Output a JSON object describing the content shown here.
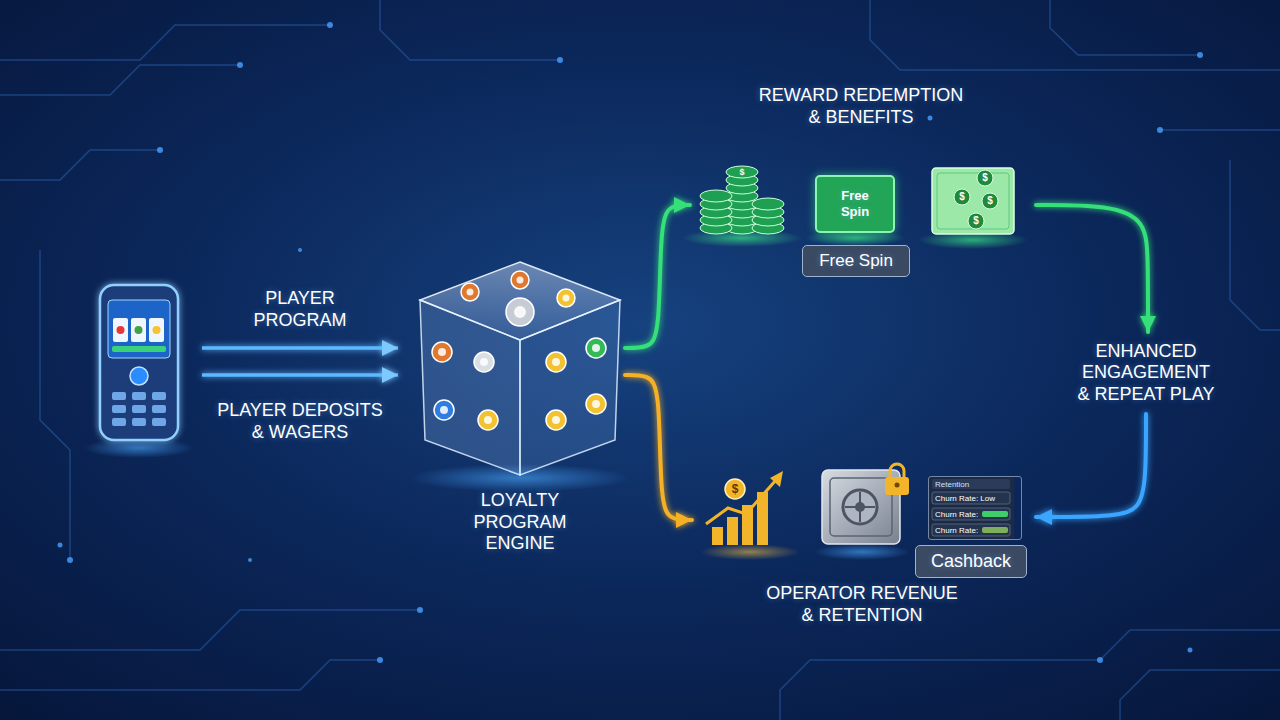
{
  "diagram": {
    "nodes": [
      {
        "text": [
          "LOYALTY PROGRAM ENGINE"
        ]
      },
      {
        "text": [
          "REWARD REDEMPTION & BENEFITS"
        ]
      },
      {
        "text": [
          "Free Spin"
        ],
        "in": 1
      },
      {
        "text": [
          "Free Spin"
        ],
        "in": 1
      },
      {
        "text": [
          "ENHANCED ENGAGEMENT & REPEAT PLAY"
        ]
      },
      {
        "text": [
          "OPERATOR REVENUE & RETENTION"
        ]
      },
      {
        "text": [
          "Retention",
          "Churn Rate: Low",
          "Churn Rate:",
          "Churn Rate:"
        ],
        "in": 5
      },
      {
        "text": [
          "Cashback"
        ],
        "in": 5
      }
    ],
    "edges": [
      {
        "from": 0,
        "to": 1,
        "arrow": "to"
      },
      {
        "from": 1,
        "to": 4,
        "arrow": "to"
      },
      {
        "from": 4,
        "to": 5,
        "arrow": "to"
      },
      {
        "from": 0,
        "to": 5,
        "arrow": "to"
      }
    ],
    "labels": [
      "PLAYER PROGRAM",
      "PLAYER DEPOSITS & WAGERS",
      "$",
      "$",
      "$",
      "$",
      "$",
      "$"
    ]
  }
}
